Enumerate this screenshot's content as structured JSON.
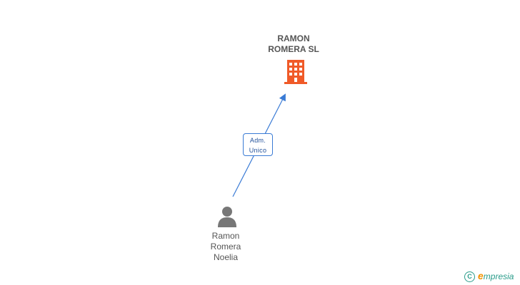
{
  "company": {
    "name_line1": "RAMON",
    "name_line2": "ROMERA SL"
  },
  "relation": {
    "line1": "Adm.",
    "line2": "Unico"
  },
  "person": {
    "line1": "Ramon",
    "line2": "Romera",
    "line3": "Noelia"
  },
  "brand": {
    "copyright": "C",
    "logo_letter": "e",
    "name": "mpresia"
  },
  "colors": {
    "company": "#f05a28",
    "edge": "#3a7bd5",
    "person": "#777777",
    "brand": "#2a9c8a",
    "brand_accent": "#f39200"
  }
}
